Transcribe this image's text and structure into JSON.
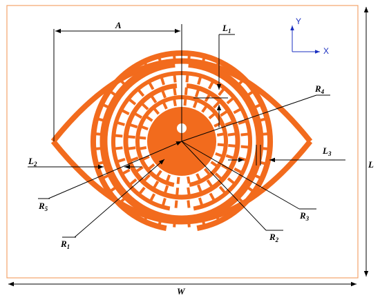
{
  "colors": {
    "copper": "#f26b1d",
    "substrate_edge": "#f4a46a",
    "dimension": "#000000",
    "axis": "#1a2fc0"
  },
  "axes": {
    "y": "Y",
    "x": "X"
  },
  "labels": {
    "A": "A",
    "W": "W",
    "L": "L",
    "L1": {
      "main": "L",
      "sub": "1"
    },
    "L2": {
      "main": "L",
      "sub": "2"
    },
    "L3": {
      "main": "L",
      "sub": "3"
    },
    "R1": {
      "main": "R",
      "sub": "1"
    },
    "R2": {
      "main": "R",
      "sub": "2"
    },
    "R3": {
      "main": "R",
      "sub": "3"
    },
    "R4": {
      "main": "R",
      "sub": "4"
    },
    "R5": {
      "main": "R",
      "sub": "5"
    }
  }
}
